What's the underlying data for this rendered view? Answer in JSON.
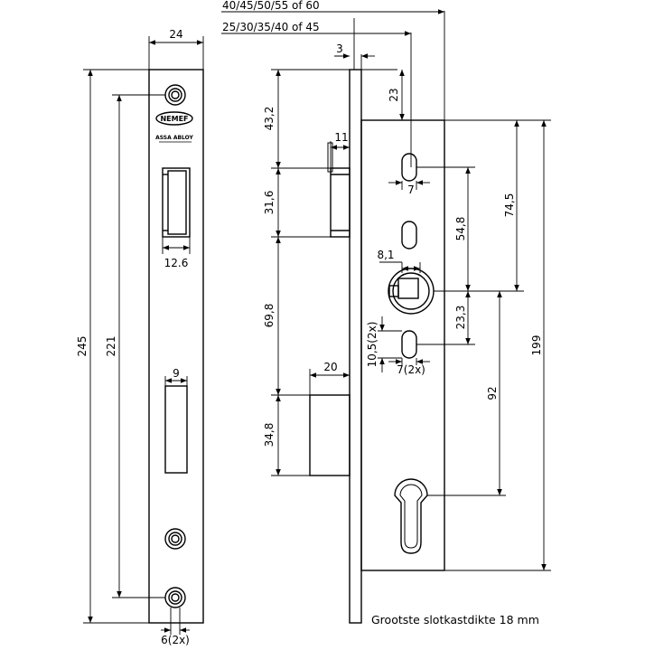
{
  "drawing": {
    "brand_logo": "NEMEF",
    "brand_sub": "ASSA ABLOY",
    "caption": "Grootste slotkastdikte 18 mm",
    "dims": {
      "top_backset_a": "40/45/50/55 of 60",
      "top_backset_b": "25/30/35/40 of 45",
      "faceplate_thickness": "3",
      "faceplate_width": "24",
      "total_height": "245",
      "screw_spacing": "221",
      "screw_hole": "6(2x)",
      "latch_width": "12.6",
      "bolt_width": "9",
      "upper_offset": "43,2",
      "latch_height": "31,6",
      "middle_gap": "69,8",
      "bolt_height": "34,8",
      "latch_depth": "11",
      "bolt_depth": "20",
      "top_to_slot": "23",
      "slot_width": "7",
      "slot_to_hub": "54,8",
      "top_to_hub": "74,5",
      "hub_diameter": "8,1",
      "hub_to_slot": "23,3",
      "lower_slot_height": "10,5(2x)",
      "lower_slot_width": "7(2x)",
      "hub_to_cylinder": "92",
      "case_height": "199"
    }
  }
}
